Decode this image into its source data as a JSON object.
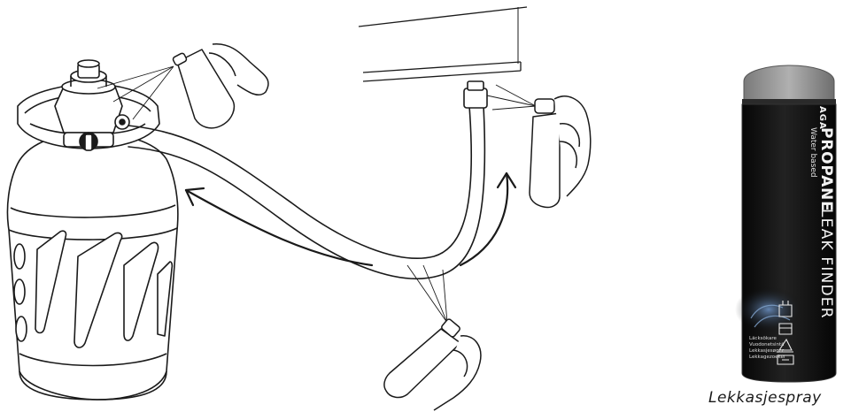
{
  "caption": "Lekkasjespray",
  "can": {
    "brand": "AGA",
    "product_line_1": "PROPANE",
    "product_line_2": "LEAK FINDER",
    "subtitle": "Water based",
    "languages": [
      "Läcksökare",
      "Vuodonetsintä",
      "Lekkasjesøger",
      "Lekkagezoeker"
    ]
  },
  "colors": {
    "line": "#1a1a1a",
    "can_body": "#111111",
    "can_top": "#9a9a9a",
    "caption": "#1a1a1a"
  }
}
